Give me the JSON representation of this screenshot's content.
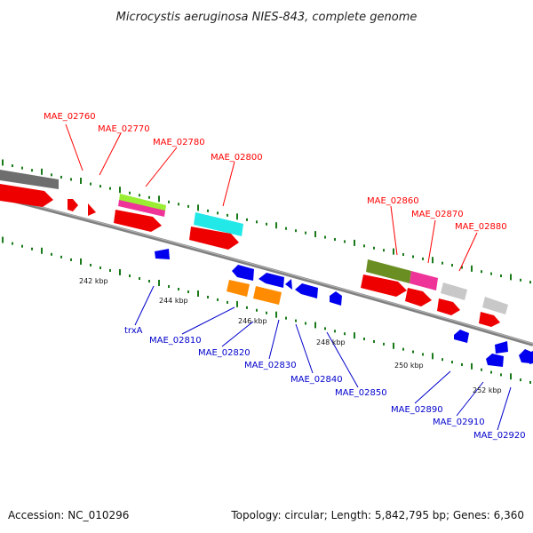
{
  "title": "Microcystis aeruginosa NIES-843, complete genome",
  "footer": {
    "accession": "Accession: NC_010296",
    "stats": "Topology: circular; Length: 5,842,795 bp; Genes: 6,360"
  },
  "colors": {
    "forward_label": "#ff0000",
    "reverse_label": "#0000cc",
    "backbone": "#808080",
    "tick": "#1a7a1a"
  },
  "scale_labels": [
    "242 kbp",
    "244 kbp",
    "246 kbp",
    "248 kbp",
    "250 kbp",
    "252 kbp"
  ],
  "forward_genes": [
    {
      "label": "MAE_02760"
    },
    {
      "label": "MAE_02770"
    },
    {
      "label": "MAE_02780"
    },
    {
      "label": "MAE_02800"
    },
    {
      "label": "MAE_02860"
    },
    {
      "label": "MAE_02870"
    },
    {
      "label": "MAE_02880"
    }
  ],
  "reverse_genes": [
    {
      "label": "trxA"
    },
    {
      "label": "MAE_02810"
    },
    {
      "label": "MAE_02820"
    },
    {
      "label": "MAE_02830"
    },
    {
      "label": "MAE_02840"
    },
    {
      "label": "MAE_02850"
    },
    {
      "label": "MAE_02890"
    },
    {
      "label": "MAE_02910"
    },
    {
      "label": "MAE_02920"
    }
  ]
}
